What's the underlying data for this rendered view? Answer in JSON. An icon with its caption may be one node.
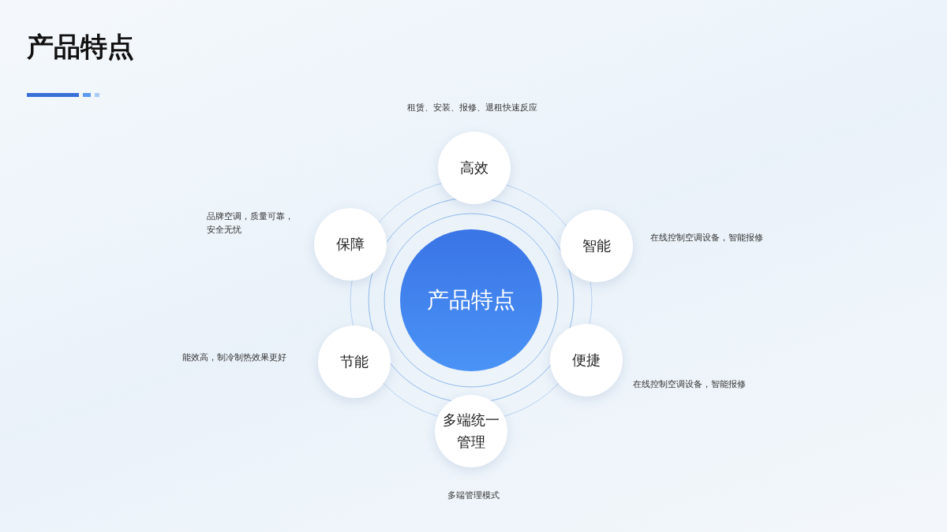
{
  "diagram": {
    "title": "产品特点",
    "nodes": [
      {
        "text": [
          "产品特点"
        ]
      },
      {
        "text": [
          "高效"
        ],
        "beside": [
          "租赁、安装、报修、退租快速反应"
        ]
      },
      {
        "text": [
          "智能"
        ],
        "beside": [
          "在线控制空调设备，智能报修"
        ]
      },
      {
        "text": [
          "便捷"
        ],
        "beside": [
          "在线控制空调设备，智能报修"
        ]
      },
      {
        "text": [
          "多端统一管理"
        ],
        "beside": [
          "多端管理模式"
        ]
      },
      {
        "text": [
          "节能"
        ],
        "beside": [
          "能效高，制冷制热效果更好"
        ]
      },
      {
        "text": [
          "保障"
        ],
        "beside": [
          "品牌空调，质量可靠，安全无忧"
        ]
      }
    ],
    "edges": []
  }
}
